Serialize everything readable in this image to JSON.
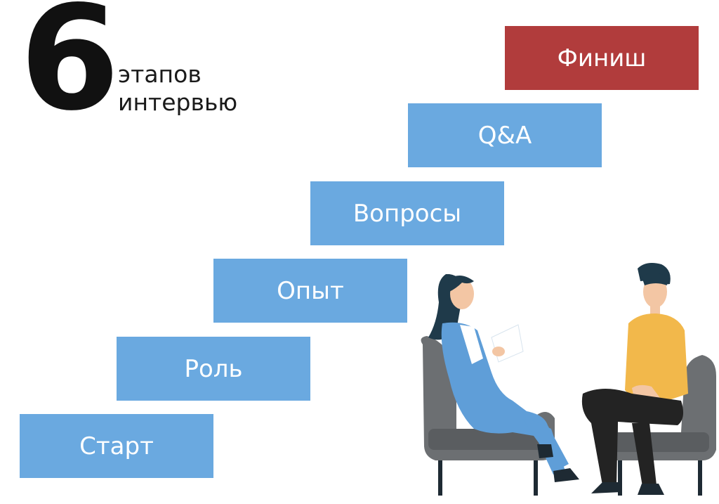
{
  "header": {
    "number": "6",
    "line1": "этапов",
    "line2": "интервью"
  },
  "steps": [
    {
      "label": "Старт"
    },
    {
      "label": "Роль"
    },
    {
      "label": "Опыт"
    },
    {
      "label": "Вопросы"
    },
    {
      "label": "Q&A"
    },
    {
      "label": "Финиш"
    }
  ],
  "colors": {
    "step_blue": "#6aa9e0",
    "step_final": "#b13c3c"
  },
  "illustration": {
    "icon": "interview-illustration"
  }
}
